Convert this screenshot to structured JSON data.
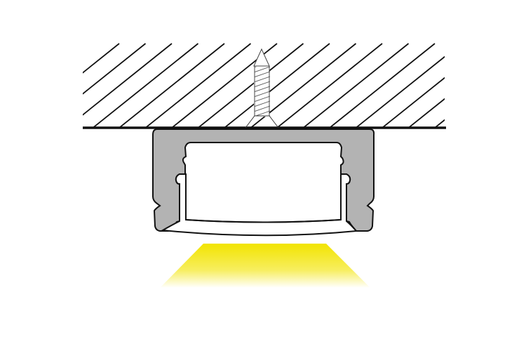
{
  "colors": {
    "line": "#111111",
    "profile_fill": "#b3b3b3",
    "light": "#f4e600",
    "background": "#ffffff"
  },
  "elements": [
    "ceiling-hatch",
    "screw",
    "aluminium-profile",
    "diffuser-cover",
    "light-beam"
  ]
}
